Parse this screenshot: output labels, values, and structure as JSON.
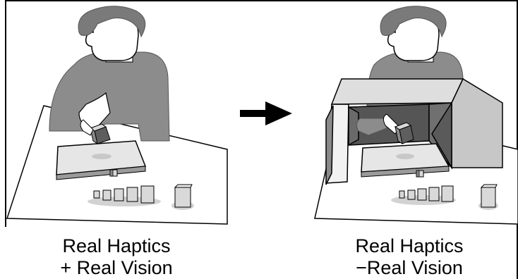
{
  "panels": {
    "left": {
      "caption_line1": "Real Haptics",
      "caption_line2": "+ Real Vision"
    },
    "right": {
      "caption_line1": "Real Haptics",
      "caption_line2": "−Real Vision"
    }
  },
  "colors": {
    "line": "#000000",
    "person": "#8c8c8c",
    "person_dark": "#6e6e6e",
    "table": "#ffffff",
    "platform": "#e6e6e6",
    "box": "#d9d9d9",
    "box_dark": "#5e5e5e",
    "shadow": "#d2d2d2"
  },
  "icons": {
    "transition": "right-arrow-icon"
  }
}
